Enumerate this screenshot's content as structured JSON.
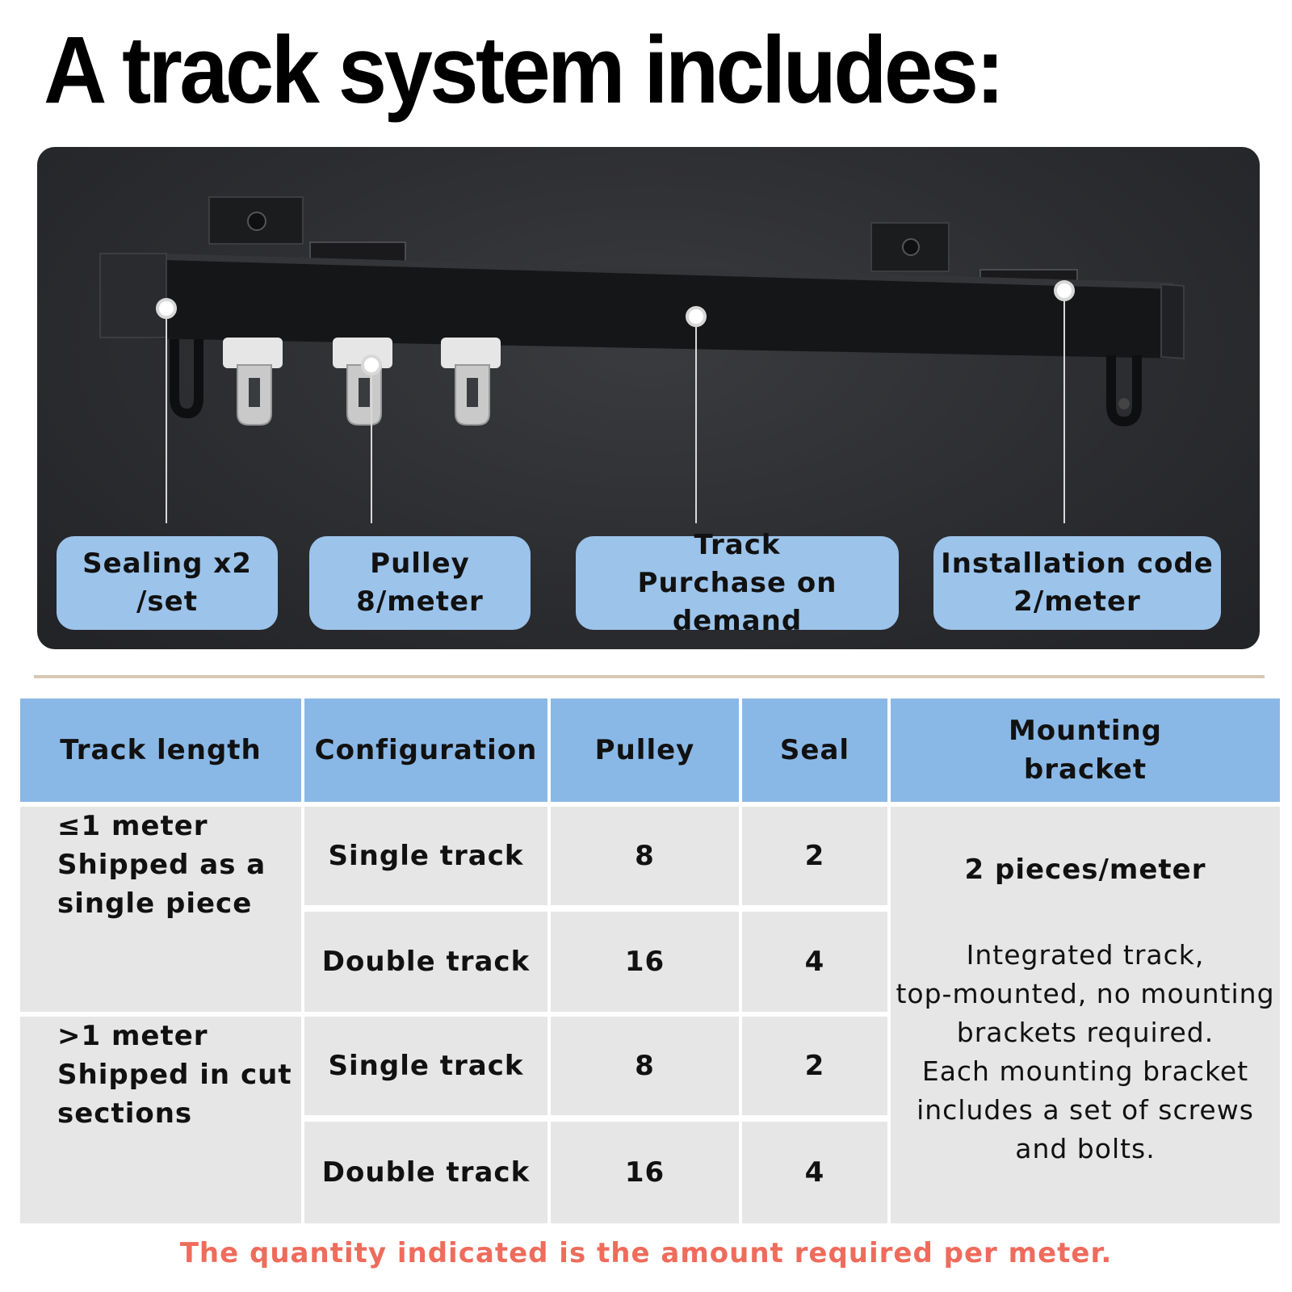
{
  "title": "A track system includes:",
  "labels": [
    {
      "line1": "Sealing x2",
      "line2": "/set"
    },
    {
      "line1": "Pulley",
      "line2": "8/meter"
    },
    {
      "line1": "Track",
      "line2": "Purchase on demand"
    },
    {
      "line1": "Installation code",
      "line2": "2/meter"
    }
  ],
  "table": {
    "headers": [
      "Track length",
      "Configuration",
      "Pulley",
      "Seal",
      "Mounting bracket"
    ],
    "groups": [
      {
        "length_line1": "≤1 meter",
        "length_line2": "Shipped as a",
        "length_line3": "single piece",
        "rows": [
          {
            "configuration": "Single track",
            "pulley": "8",
            "seal": "2"
          },
          {
            "configuration": "Double track",
            "pulley": "16",
            "seal": "4"
          }
        ]
      },
      {
        "length_line1": ">1 meter",
        "length_line2": "Shipped in cut",
        "length_line3": "sections",
        "rows": [
          {
            "configuration": "Single track",
            "pulley": "8",
            "seal": "2"
          },
          {
            "configuration": "Double track",
            "pulley": "16",
            "seal": "4"
          }
        ]
      }
    ],
    "bracket_main": "2 pieces/meter",
    "bracket_note_lines": [
      "Integrated track,",
      "top-mounted, no mounting",
      "brackets required.",
      "Each mounting bracket",
      "includes a set of screws",
      "and bolts."
    ]
  },
  "footnote": "The quantity indicated is the amount required per meter.",
  "colors": {
    "label_blue": "#9cc3ea",
    "header_blue": "#8ab8e6",
    "cell_gray": "#e6e6e6",
    "note_red": "#ef6b5b",
    "photo_bg": "#2c2d30"
  }
}
